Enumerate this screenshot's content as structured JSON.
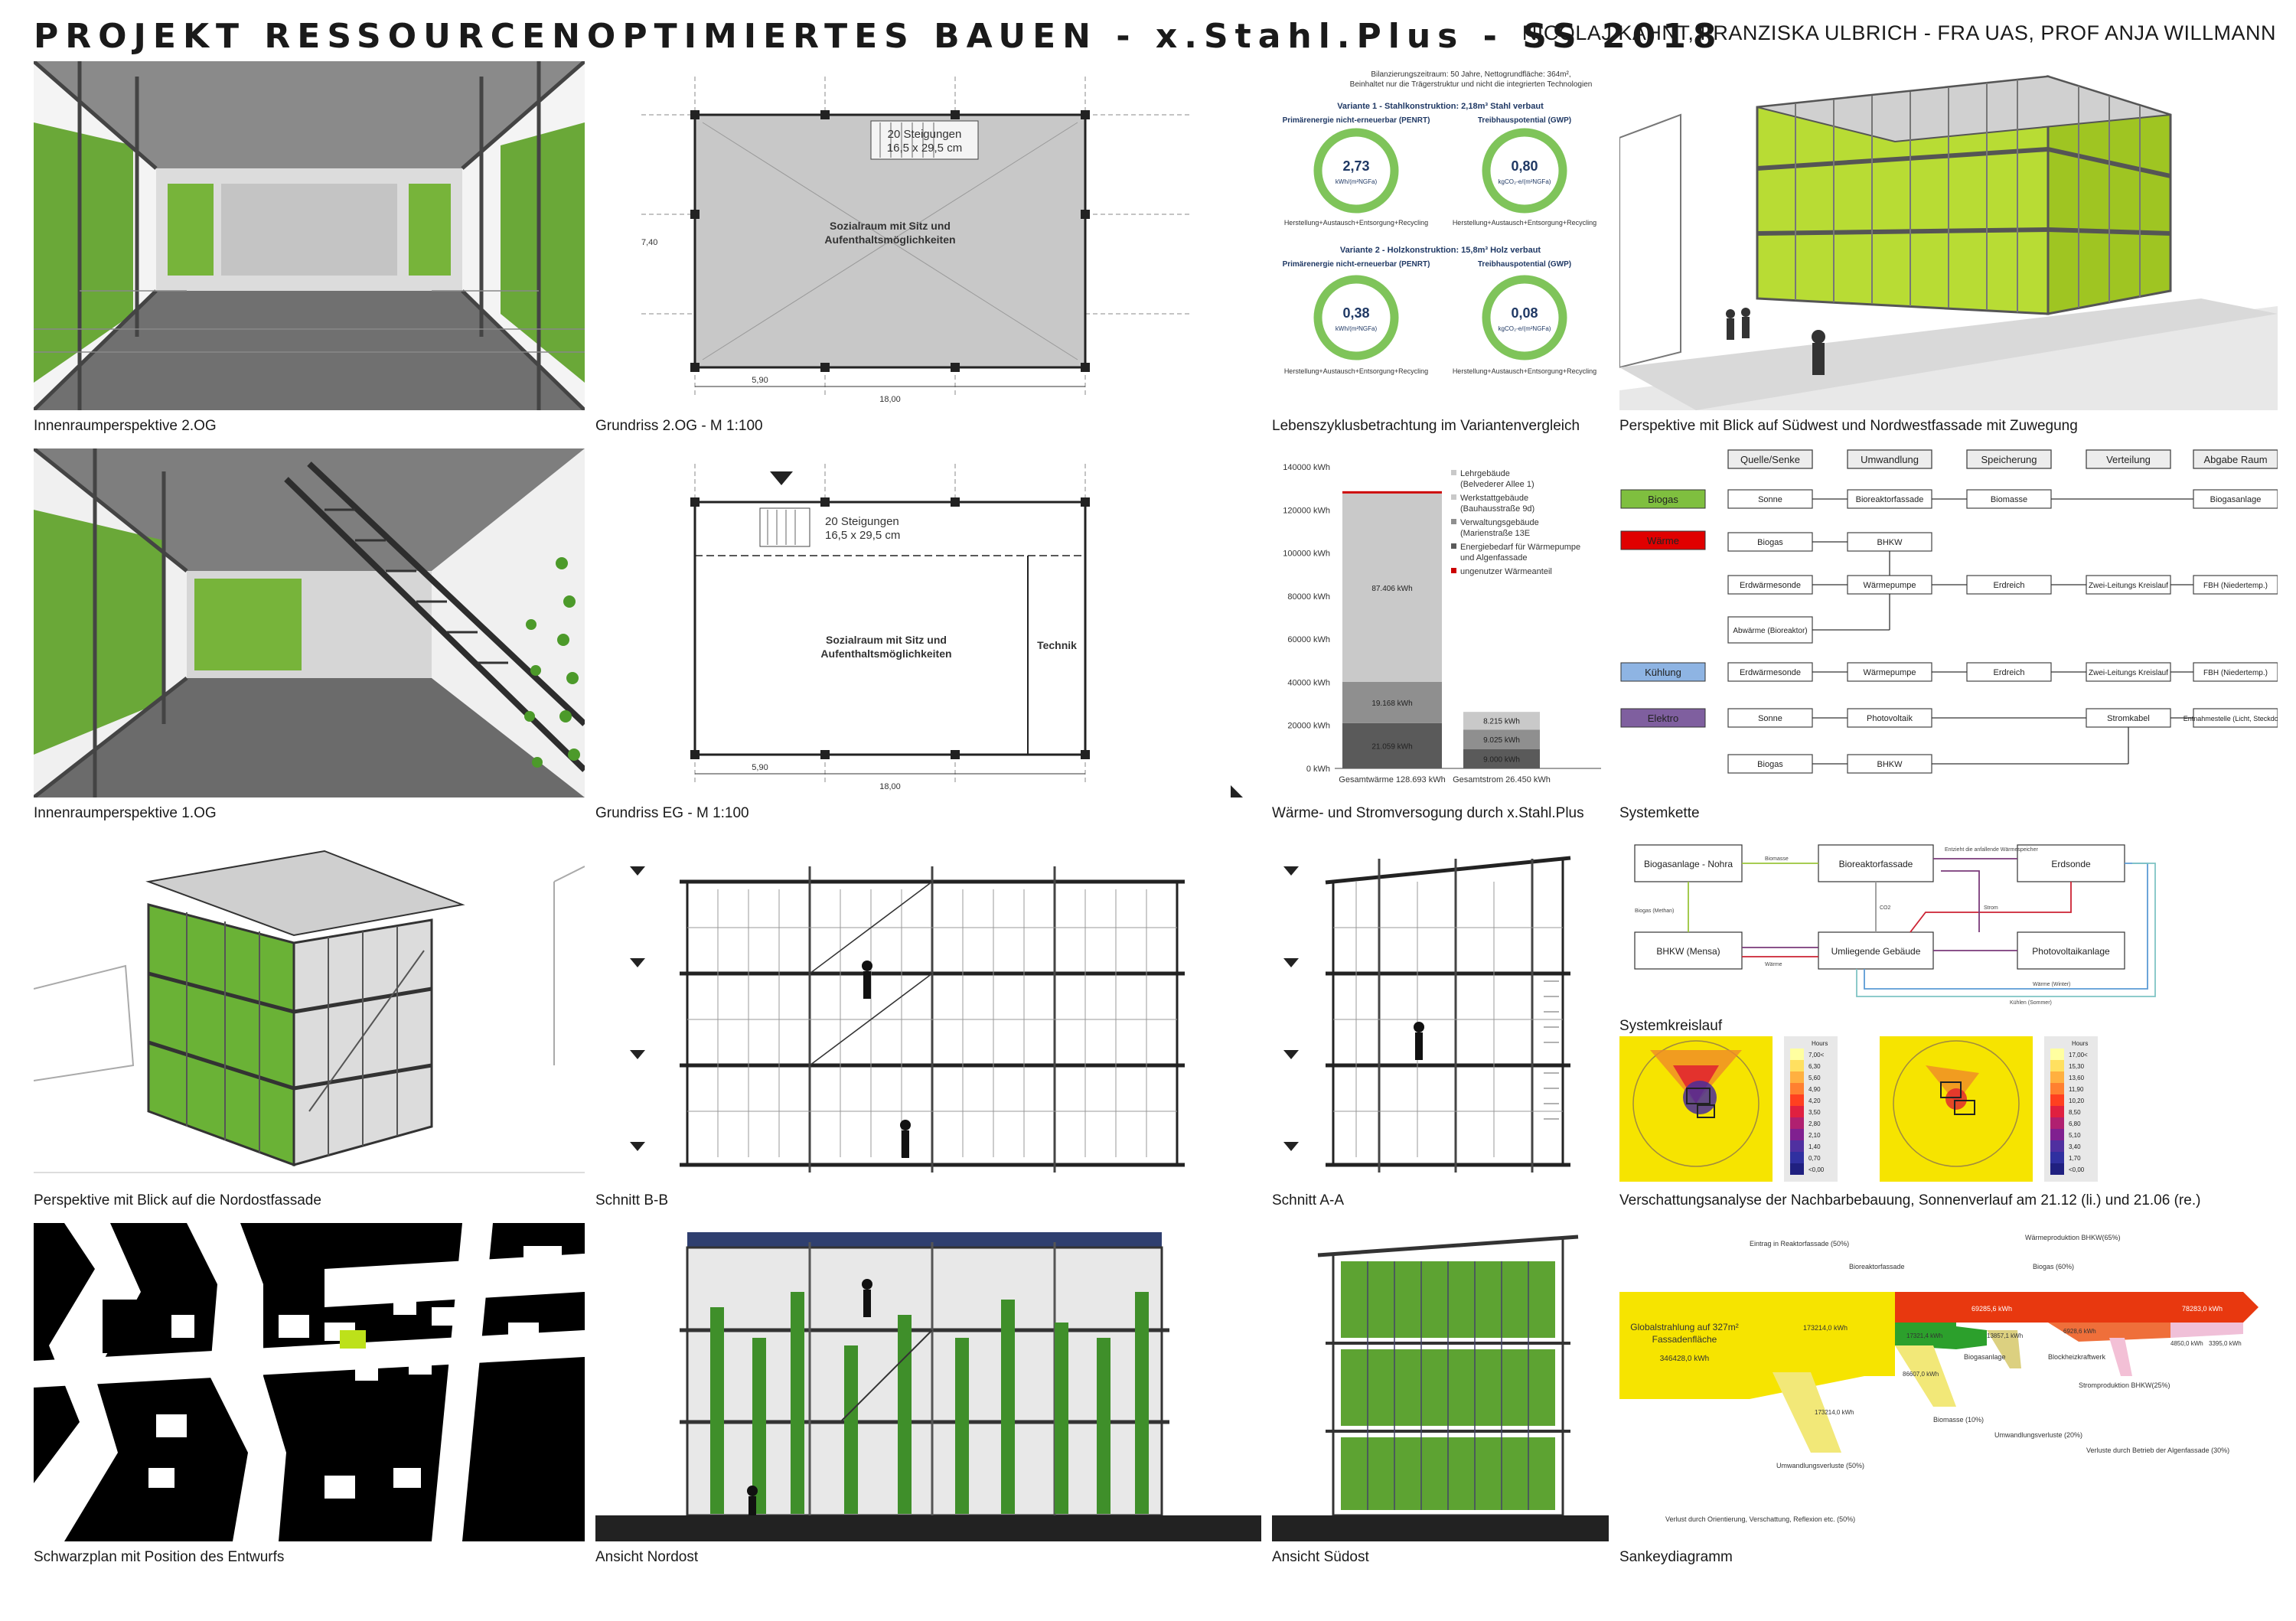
{
  "header": {
    "title": "PROJEKT RESSOURCENOPTIMIERTES BAUEN - x.Stahl.Plus - SS 2018",
    "authors": "NICOLAJ KAHNT, FRANZISKA ULBRICH - FRA UAS, PROF ANJA WILLMANN"
  },
  "captions": {
    "p11": "Innenraumperspektive 2.OG",
    "p12": "Grundriss 2.OG - M 1:100",
    "p13": "Lebenszyklusbetrachtung im Variantenvergleich",
    "p14": "Perspektive mit Blick auf Südwest und Nordwestfassade mit Zuwegung",
    "p21": "Innenraumperspektive 1.OG",
    "p22": "Grundriss EG - M 1:100",
    "p23": "Wärme- und Stromversogung durch x.Stahl.Plus",
    "p24": "Systemkette",
    "p31": "Perspektive mit Blick auf die Nordostfassade",
    "p32": "Schnitt B-B",
    "p33": "Schnitt A-A",
    "p34a": "Systemkreislauf",
    "p34b": "Verschattungsanalyse der Nachbarbebauung, Sonnenverlauf am 21.12 (li.) und 21.06 (re.)",
    "p41": "Schwarzplan mit Position des Entwurfs",
    "p42": "Ansicht Nordost",
    "p43": "Ansicht Südost",
    "p44": "Sankeydiagramm"
  },
  "floorplan_og": {
    "stair_line1": "20 Steigungen",
    "stair_line2": "16,5 x 29,5 cm",
    "room_line1": "Sozialraum mit Sitz und",
    "room_line2": "Aufenthaltsmöglichkeiten",
    "dim_bay": "5,90",
    "dim_total": "18,00",
    "dim_side": "7,40"
  },
  "floorplan_eg": {
    "stair_line1": "20 Steigungen",
    "stair_line2": "16,5 x 29,5 cm",
    "room_line1": "Sozialraum mit Sitz und",
    "room_line2": "Aufenthaltsmöglichkeiten",
    "tech": "Technik",
    "dim_bay": "5,90",
    "dim_total": "18,00"
  },
  "lifecycle": {
    "intro1": "Bilanzierungszeitraum: 50 Jahre, Nettogrundfläche: 364m²,",
    "intro2": "Beinhaltet nur die Trägerstruktur und nicht die integrierten Technologien",
    "v1_title": "Variante 1 - Stahlkonstruktion: 2,18m³ Stahl verbaut",
    "v2_title": "Variante 2 - Holzkonstruktion: 15,8m³ Holz verbaut",
    "label_penrt": "Primärenergie nicht-erneuerbar (PENRT)",
    "label_gwp": "Treibhauspotential (GWP)",
    "v1_penrt": "2,73",
    "v1_gwp": "0,80",
    "v2_penrt": "0,38",
    "v2_gwp": "0,08",
    "unit_penrt": "kWh/(m²NGFa)",
    "unit_gwp": "kgCO₂-e/(m²NGFa)",
    "footer": "Herstellung+Austausch+Entsorgung+Recycling"
  },
  "chart_data": {
    "type": "bar",
    "stacked": true,
    "categories": [
      "Gesamtwärme 128.693 kWh",
      "Gesamtstrom 26.450 kWh"
    ],
    "series": [
      {
        "name": "Energiebedarf für Wärmepumpe und Algenfassade",
        "values": [
          21059,
          9000
        ]
      },
      {
        "name": "Verwaltungsgebäude (Marienstraße 13E",
        "values": [
          19168,
          9025
        ]
      },
      {
        "name": "Werkstattgebäude (Bauhausstraße 9d)",
        "values": [
          87406,
          8215
        ]
      },
      {
        "name": "ungenutzer Wärmeanteil",
        "values": [
          1060,
          0
        ]
      }
    ],
    "legend_extra": [
      "Lehrgebäude",
      "(Belvederer Allee 1)"
    ],
    "data_labels": [
      "87.406 kWh",
      "19.168 kWh",
      "21.059 kWh",
      "8.215 kWh",
      "9.025 kWh",
      "9.000 kWh"
    ],
    "yticks": [
      "0 kWh",
      "20000 kWh",
      "40000 kWh",
      "60000 kWh",
      "80000 kWh",
      "100000 kWh",
      "120000 kWh",
      "140000 kWh"
    ],
    "ylim": [
      0,
      140000
    ],
    "colors": [
      "#5a5a5a",
      "#8f8f8f",
      "#c9c9c9",
      "#cc0000"
    ]
  },
  "systemkette": {
    "headers": [
      "Quelle/Senke",
      "Umwandlung",
      "Speicherung",
      "Verteilung",
      "Abgabe Raum"
    ],
    "categories": [
      {
        "label": "Biogas",
        "color": "#7fbf3f"
      },
      {
        "label": "Wärme",
        "color": "#e00000"
      },
      {
        "label": "Kühlung",
        "color": "#8eb4e3"
      },
      {
        "label": "Elektro",
        "color": "#7f5f9f"
      }
    ],
    "rows": [
      [
        "Sonne",
        "Bioreaktorfassade",
        "Biomasse",
        "Biogasanlage"
      ],
      [
        "Biogas",
        "BHKW"
      ],
      [
        "Erdwärmesonde",
        "Wärmepumpe",
        "Erdreich",
        "Zwei-Leitungs Kreislauf",
        "FBH (Niedertemp.)"
      ],
      [
        "Abwärme (Bioreaktor)"
      ],
      [
        "Erdwärmesonde",
        "Wärmepumpe",
        "Erdreich",
        "Zwei-Leitungs Kreislauf",
        "FBH (Niedertemp.)"
      ],
      [
        "Sonne",
        "Photovoltaik",
        "Stromkabel",
        "Entnahmestelle (Licht, Steckdose)"
      ],
      [
        "Biogas",
        "BHKW"
      ]
    ]
  },
  "kreislauf": {
    "nodes": [
      "Biogasanlage - Nohra",
      "Bioreaktorfassade",
      "Erdsonde",
      "BHKW (Mensa)",
      "Umliegende Gebäude",
      "Photovoltaikanlage"
    ],
    "edges": [
      "Biomasse",
      "Biogas (Methan)",
      "CO2",
      "Strom",
      "Wärme",
      "Kühlen (Sommer)",
      "Wärme (Winter)",
      "Entzieht die anfallende Wärmespeicher"
    ]
  },
  "shading": {
    "legend_title": "Hours",
    "left_ticks": [
      "7,00<",
      "6,30",
      "5,60",
      "4,90",
      "4,20",
      "3,50",
      "2,80",
      "2,10",
      "1,40",
      "0,70",
      "<0,00"
    ],
    "right_ticks": [
      "17,00<",
      "15,30",
      "13,60",
      "11,90",
      "10,20",
      "8,50",
      "6,80",
      "5,10",
      "3,40",
      "1,70",
      "<0,00"
    ]
  },
  "sankey": {
    "global_line1": "Globalstrahlung auf 327m²",
    "global_line2": "Fassadenfläche",
    "global_value": "346428,0 kWh",
    "labels": [
      "Eintrag in Reaktorfassade (50%)",
      "Bioreaktorfassade",
      "173214,0 kWh",
      "Wärmeproduktion BHKW(65%)",
      "Biogas (60%)",
      "69285,6 kWh",
      "78283,0 kWh",
      "Biogasanlage",
      "Blockheizkraftwerk",
      "Biomasse (10%)",
      "Umwandlungsverluste (20%)",
      "Umwandlungsverluste (50%)",
      "Stromproduktion BHKW(25%)",
      "Verluste durch Betrieb der Algenfassade (30%)",
      "Verlust durch Orientierung, Verschattung, Reflexion etc. (50%)",
      "173214,0 kWh",
      "86607,0 kWh",
      "17321,4 kWh",
      "13857,1 kWh",
      "6928,6 kWh",
      "4850,0 kWh",
      "3395,0 kWh"
    ]
  }
}
